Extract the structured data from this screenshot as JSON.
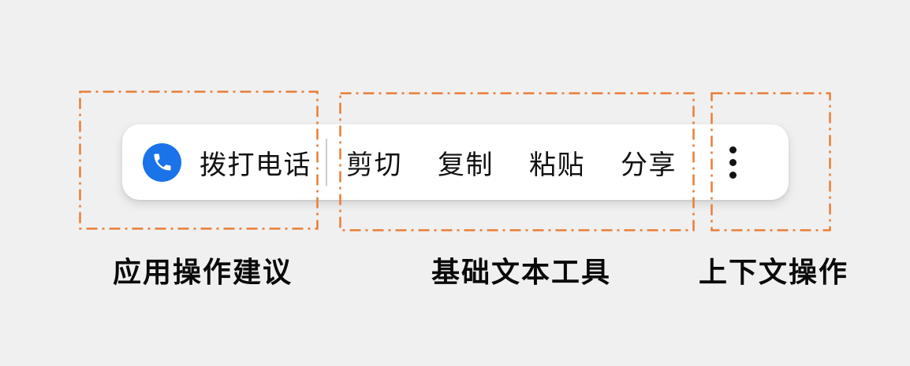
{
  "colors": {
    "background": "#f0f0f1",
    "annotation_orange": "#e87e35",
    "phone_icon_blue": "#1a73e8",
    "toolbar_bg": "#ffffff",
    "text": "#111111"
  },
  "toolbar": {
    "call_button": {
      "label": "拨打电话",
      "icon": "phone-icon"
    },
    "items": [
      {
        "label": "剪切"
      },
      {
        "label": "复制"
      },
      {
        "label": "粘贴"
      },
      {
        "label": "分享"
      }
    ],
    "overflow_icon": "more-vertical-icon"
  },
  "annotations": [
    {
      "label": "应用操作建议"
    },
    {
      "label": "基础文本工具"
    },
    {
      "label": "上下文操作"
    }
  ]
}
